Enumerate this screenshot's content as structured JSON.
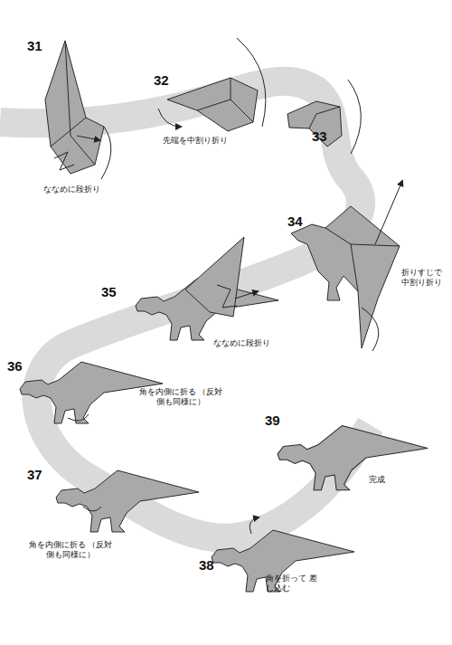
{
  "diagram": {
    "labels": [
      "31",
      "ななめに段折り",
      "32",
      "先端を中割り折り",
      "33",
      "34",
      "折りすじで 中割り折り",
      "35",
      "ななめに段折り",
      "36",
      "角を内側に折る （反対側も同様に）",
      "39",
      "完成",
      "37",
      "角を内側に折る （反対側も同様に）",
      "38",
      "角を折って 差し込む"
    ]
  }
}
